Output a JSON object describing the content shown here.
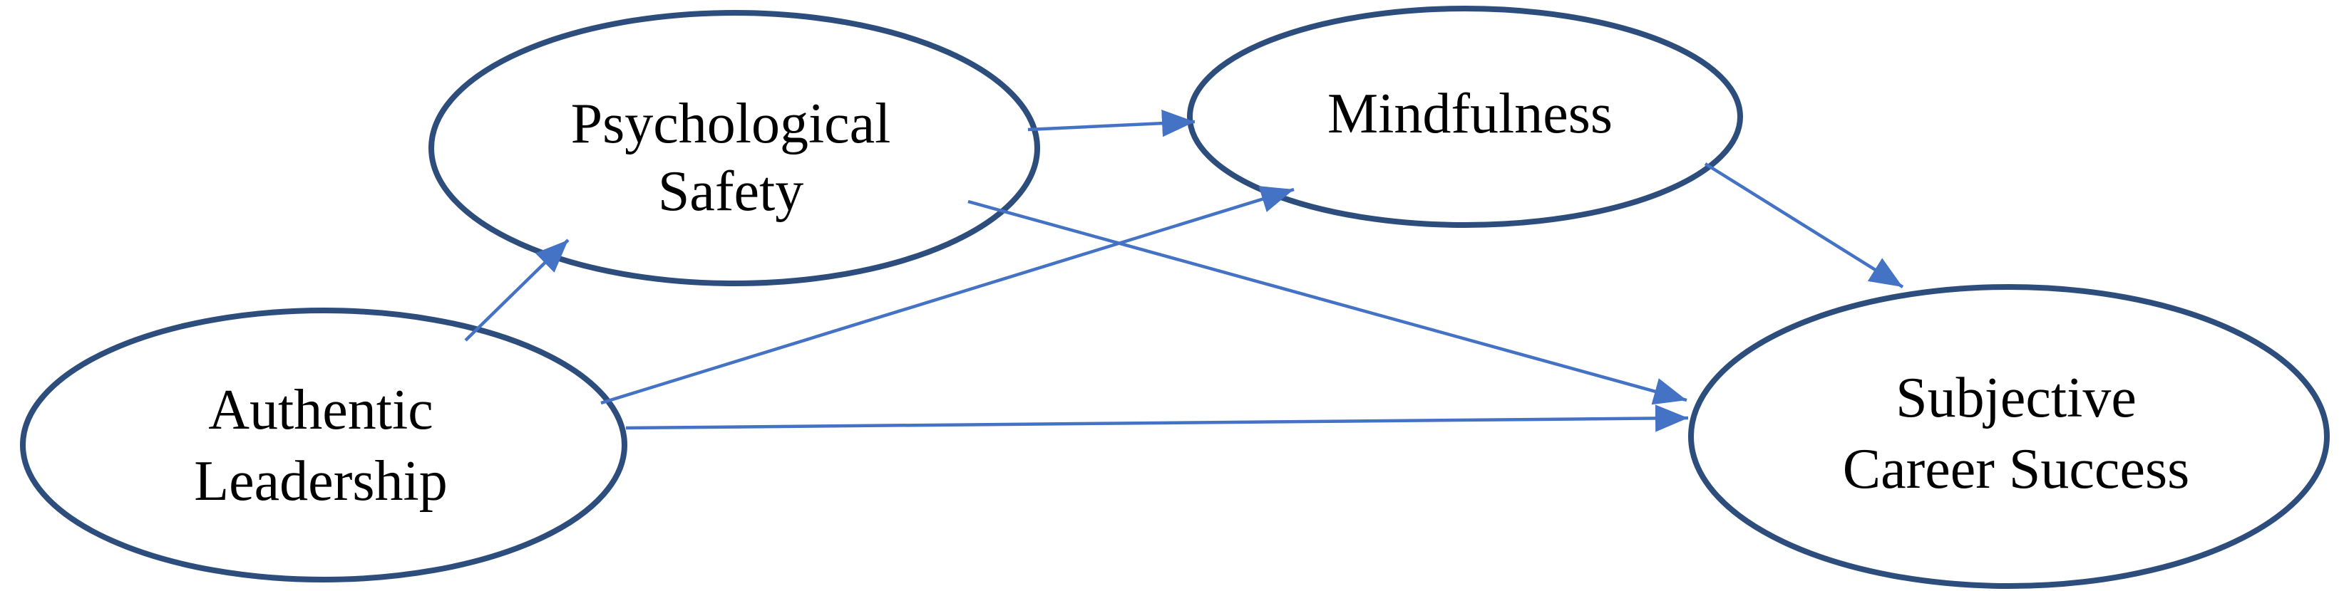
{
  "figure": {
    "type": "path-model-diagram",
    "background_color": "#ffffff",
    "colors": {
      "node_outline": "#2d4d7d",
      "arrow": "#4472c4",
      "label_text": "#000000"
    },
    "nodes": [
      {
        "id": "authentic-leadership",
        "label": "Authentic Leadership",
        "line1": "Authentic",
        "line2": "Leadership"
      },
      {
        "id": "psychological-safety",
        "label": "Psychological Safety",
        "line1": "Psychological",
        "line2": "Safety"
      },
      {
        "id": "mindfulness",
        "label": "Mindfulness",
        "line1": "Mindfulness"
      },
      {
        "id": "subjective-career-success",
        "label": "Subjective Career Success",
        "line1": "Subjective",
        "line2": "Career Success"
      }
    ],
    "edges": [
      {
        "from": "Authentic Leadership",
        "to": "Psychological Safety"
      },
      {
        "from": "Psychological Safety",
        "to": "Mindfulness"
      },
      {
        "from": "Authentic Leadership",
        "to": "Mindfulness"
      },
      {
        "from": "Psychological Safety",
        "to": "Subjective Career Success"
      },
      {
        "from": "Authentic Leadership",
        "to": "Subjective Career Success"
      },
      {
        "from": "Mindfulness",
        "to": "Subjective Career Success"
      }
    ]
  }
}
